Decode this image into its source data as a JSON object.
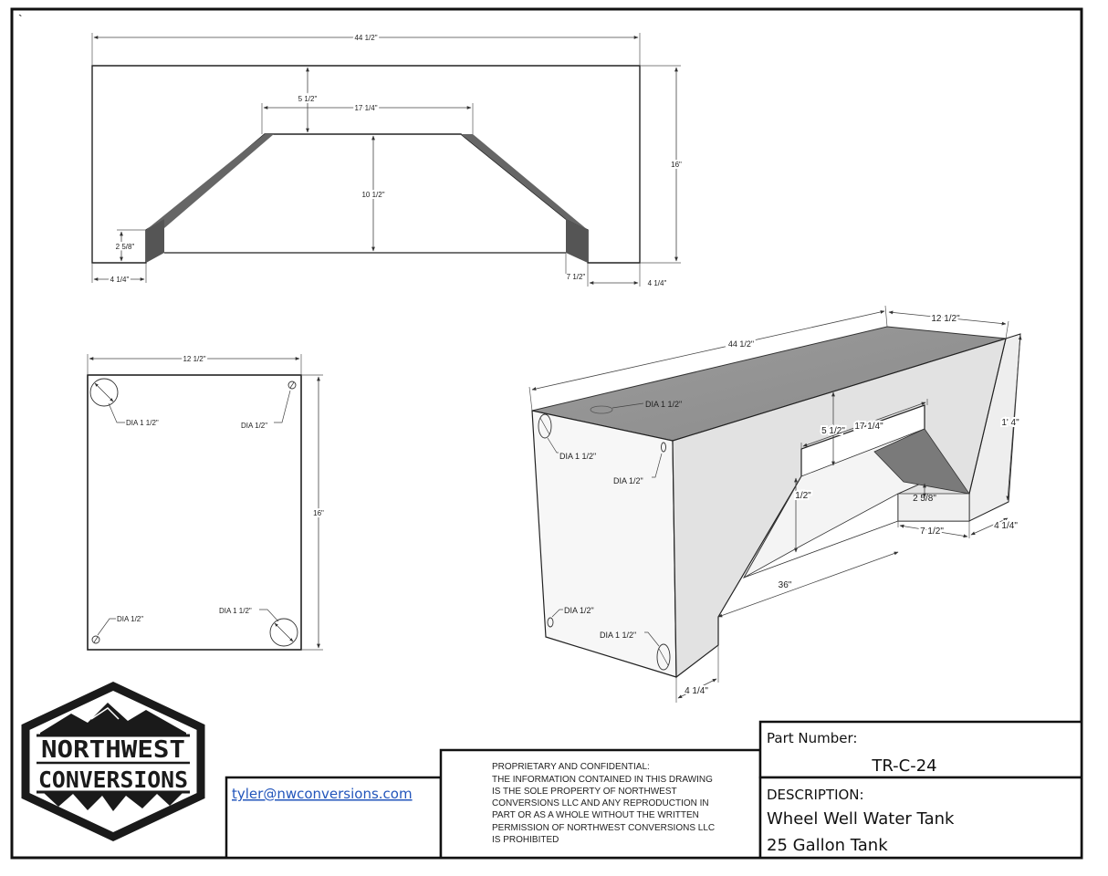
{
  "top_view": {
    "dims": {
      "overall_width": "44 1/2\"",
      "height": "16\"",
      "top_gap": "5 1/2\"",
      "notch_top_width": "17 1/4\"",
      "notch_height": "10 1/2\"",
      "left_step": "2 5/8\"",
      "left_foot": "4 1/4\"",
      "right_step": "7 1/2\"",
      "right_foot": "4 1/4\""
    }
  },
  "side_view": {
    "width": "12 1/2\"",
    "height": "16\"",
    "holes": [
      "DIA 1 1/2\"",
      "DIA 1/2\"",
      "DIA 1/2\"",
      "DIA 1 1/2\""
    ]
  },
  "iso_view": {
    "length": "44 1/2\"",
    "depth": "12 1/2\"",
    "height": "1' 4\"",
    "top_port": "DIA 1 1/2\"",
    "left_port_large": "DIA 1 1/2\"",
    "left_port_small": "DIA 1/2\"",
    "notch_gap": "5 1/2\"",
    "notch_width": "17 1/4\"",
    "notch_height": "1/2\"",
    "step_height": "2 5/8\"",
    "step_width": "7 1/2\"",
    "right_foot": "4 1/4\"",
    "bottom_len": "36\"",
    "bottom_port_small": "DIA 1/2\"",
    "bottom_port_large": "DIA 1 1/2\"",
    "left_foot": "4 1/4\""
  },
  "corner_mark": "`",
  "logo": {
    "line1": "NORTHWEST",
    "line2": "CONVERSIONS"
  },
  "contact": {
    "email": "tyler@nwconversions.com"
  },
  "notice_lines": [
    "PROPRIETARY AND CONFIDENTIAL:",
    "THE INFORMATION CONTAINED IN THIS DRAWING",
    "IS THE SOLE PROPERTY OF NORTHWEST",
    "CONVERSIONS LLC AND ANY REPRODUCTION IN",
    "PART OR AS A WHOLE WITHOUT THE WRITTEN",
    "PERMISSION OF NORTHWEST CONVERSIONS LLC",
    "IS PROHIBITED"
  ],
  "title_block": {
    "part_number_label": "Part Number:",
    "part_number": "TR-C-24",
    "description_label": "DESCRIPTION:",
    "description_line1": "Wheel Well Water Tank",
    "description_line2": "25 Gallon Tank"
  }
}
